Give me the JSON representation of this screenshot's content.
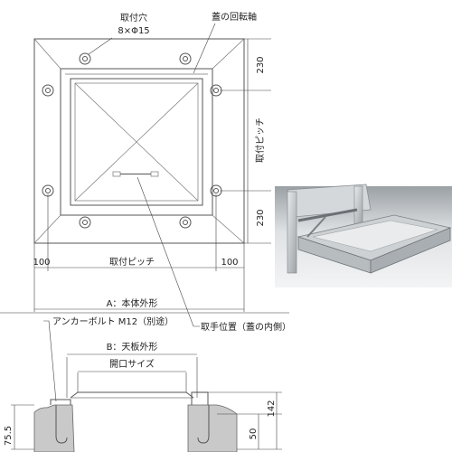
{
  "top_view": {
    "mount_hole_label": "取付穴",
    "mount_hole_spec": "8×Φ15",
    "hinge_label": "蓋の回転軸",
    "dim_top": "230",
    "dim_bottom": "230",
    "pitch_vertical_label": "取付ピッチ",
    "pitch_horizontal_label": "取付ピッチ",
    "dim_left": "100",
    "dim_right": "100",
    "outer_size_label": "A：本体外形",
    "handle_label": "取手位置（蓋の内側）"
  },
  "section_view": {
    "anchor_label": "アンカーボルト M12（別途）",
    "cover_outer_label": "B：天板外形",
    "opening_label": "開口サイズ",
    "dim_142": "142",
    "dim_50": "50",
    "dim_75_5": "75.5"
  },
  "colors": {
    "line": "#555555",
    "concrete": "#c9c9c9",
    "photo_metal": "#bfc3c6"
  },
  "photo": {
    "subject": "open-lid-steel-frame-photo"
  }
}
